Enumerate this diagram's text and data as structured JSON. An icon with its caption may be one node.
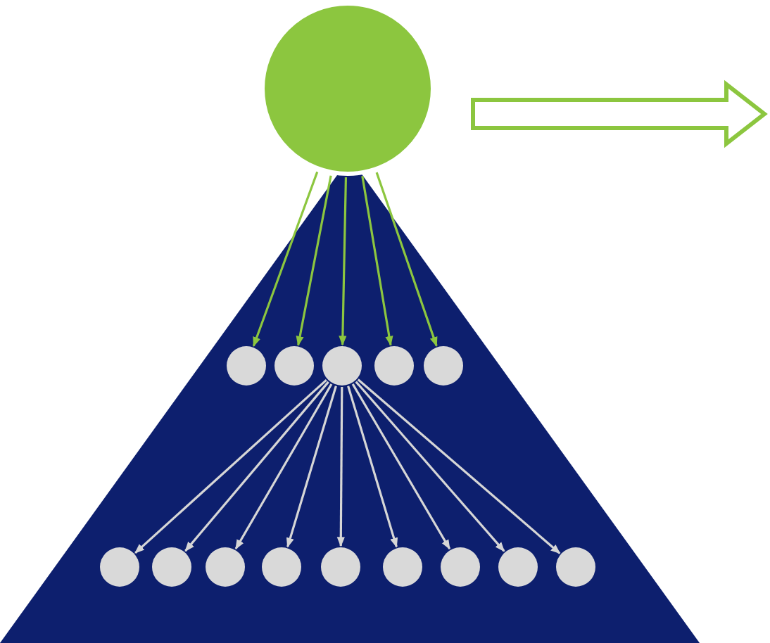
{
  "diagram": {
    "nodes": [
      {
        "text": [],
        "shape": "circle"
      },
      {
        "text": [],
        "shape": "triangle"
      },
      {
        "text": [],
        "shape": "circle",
        "in": 1
      },
      {
        "text": [],
        "shape": "circle",
        "in": 1
      },
      {
        "text": [],
        "shape": "circle",
        "in": 1
      },
      {
        "text": [],
        "shape": "circle",
        "in": 1
      },
      {
        "text": [],
        "shape": "circle",
        "in": 1
      },
      {
        "text": [],
        "shape": "circle",
        "in": 1
      },
      {
        "text": [],
        "shape": "circle",
        "in": 1
      },
      {
        "text": [],
        "shape": "circle",
        "in": 1
      },
      {
        "text": [],
        "shape": "circle",
        "in": 1
      },
      {
        "text": [],
        "shape": "circle",
        "in": 1
      },
      {
        "text": [],
        "shape": "circle",
        "in": 1
      },
      {
        "text": [],
        "shape": "circle",
        "in": 1
      },
      {
        "text": [],
        "shape": "circle",
        "in": 1
      },
      {
        "text": [],
        "shape": "circle",
        "in": 1
      }
    ],
    "edges": [
      {
        "from": 0,
        "to": 2,
        "arrow": "to",
        "color": "#8cc63f"
      },
      {
        "from": 0,
        "to": 3,
        "arrow": "to",
        "color": "#8cc63f"
      },
      {
        "from": 0,
        "to": 4,
        "arrow": "to",
        "color": "#8cc63f"
      },
      {
        "from": 0,
        "to": 5,
        "arrow": "to",
        "color": "#8cc63f"
      },
      {
        "from": 0,
        "to": 6,
        "arrow": "to",
        "color": "#8cc63f"
      },
      {
        "from": 4,
        "to": 7,
        "arrow": "to"
      },
      {
        "from": 4,
        "to": 8,
        "arrow": "to"
      },
      {
        "from": 4,
        "to": 9,
        "arrow": "to"
      },
      {
        "from": 4,
        "to": 10,
        "arrow": "to"
      },
      {
        "from": 4,
        "to": 11,
        "arrow": "to"
      },
      {
        "from": 4,
        "to": 12,
        "arrow": "to"
      },
      {
        "from": 4,
        "to": 13,
        "arrow": "to"
      },
      {
        "from": 4,
        "to": 14,
        "arrow": "to"
      },
      {
        "from": 4,
        "to": 15,
        "arrow": "to"
      }
    ]
  }
}
